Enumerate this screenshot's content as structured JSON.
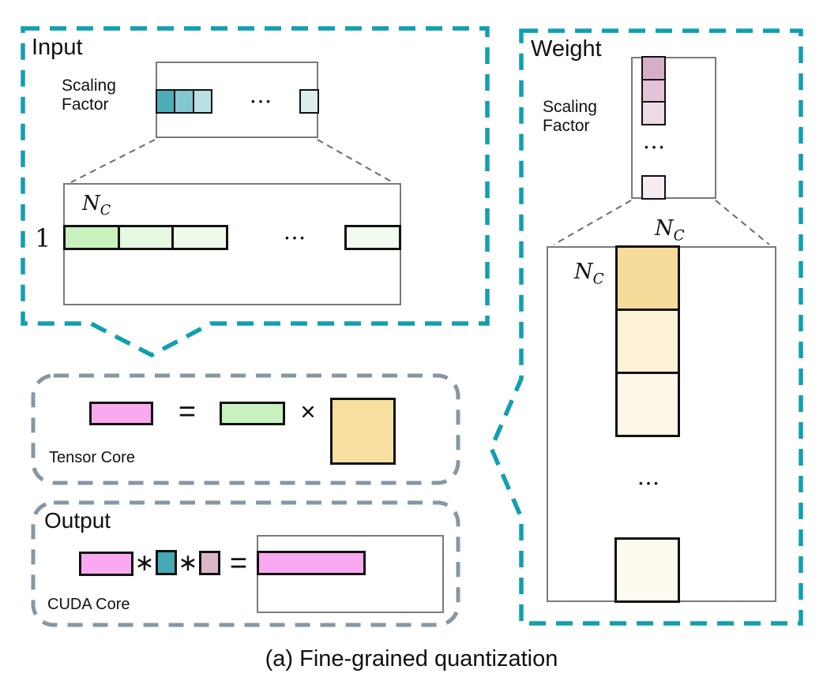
{
  "colors": {
    "teal": "#119fb0",
    "slate": "#8796a3",
    "connector": "#6b6b6b"
  },
  "caption": "(a) Fine-grained quantization",
  "input": {
    "title": "Input",
    "scaling_line1": "Scaling",
    "scaling_line2": "Factor",
    "scaling_cells": [
      "#4fadba",
      "#85c7d0",
      "#badfe4",
      "#dcedf0"
    ],
    "ellipsis": "•••",
    "matrix": {
      "col_label_base": "N",
      "col_label_sub": "C",
      "row_label": "1",
      "cells": [
        "#c9f1be",
        "#e6f8e0",
        "#eefaea",
        "#f3fbf0"
      ],
      "ellipsis": "•••"
    }
  },
  "weight": {
    "title": "Weight",
    "scaling_line1": "Scaling",
    "scaling_line2": "Factor",
    "scaling_cells": [
      "#d6aec8",
      "#e3c3d7",
      "#eedae7",
      "#f6ebf2"
    ],
    "ellipsis": "•••",
    "matrix": {
      "top_label_base": "N",
      "top_label_sub": "C",
      "side_label_base": "N",
      "side_label_sub": "C",
      "cells": [
        "#f5dc9a",
        "#fdf1d6",
        "#fdf7e7",
        "#fdfaf0"
      ],
      "ellipsis": "•••"
    }
  },
  "tensor_core": {
    "label": "Tensor Core",
    "equals": "=",
    "times": "×",
    "result_color": "#f9a9ef",
    "input_color": "#c9f0c0",
    "weight_color": "#f7df9f"
  },
  "output": {
    "title": "Output",
    "core_label": "CUDA Core",
    "star": "∗",
    "equals": "=",
    "result_color": "#f9a9ef",
    "input_scale_color": "#46a9b6",
    "weight_scale_color": "#d9b7c9",
    "final_color": "#f9a9ef"
  }
}
